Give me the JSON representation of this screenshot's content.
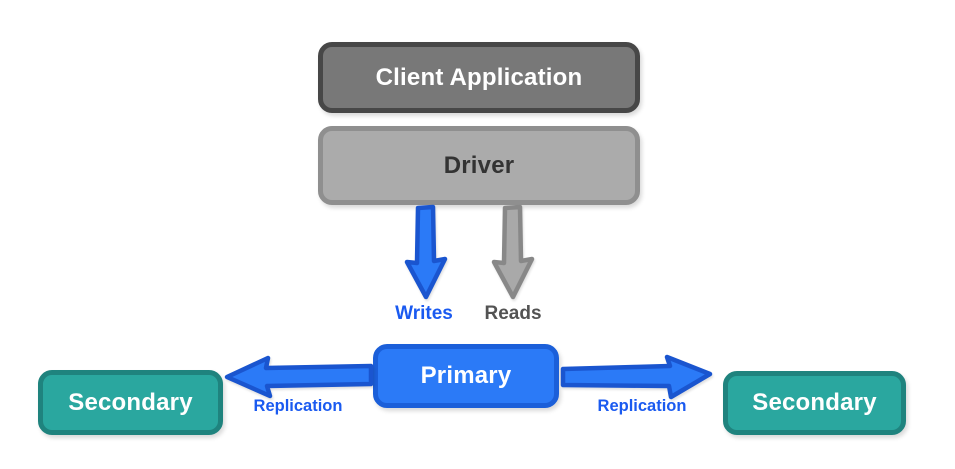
{
  "colors": {
    "canvas_bg": "#ffffff",
    "client_fill": "#787878",
    "client_border": "#474747",
    "client_text": "#ffffff",
    "driver_fill": "#ababab",
    "driver_border": "#8f8f8f",
    "driver_text": "#333333",
    "primary_fill": "#2b7af7",
    "primary_border": "#1b5fd9",
    "primary_text": "#ffffff",
    "secondary_fill": "#2aa79f",
    "secondary_border": "#1f837e",
    "secondary_text": "#ffffff",
    "arrow_blue_fill": "#2b7af7",
    "arrow_blue_stroke": "#1a55cf",
    "arrow_gray_fill": "#a9a9a9",
    "arrow_gray_stroke": "#888888",
    "label_blue": "#1a5af0",
    "label_gray": "#535353"
  },
  "diagram": {
    "nodes": {
      "client_application": {
        "label": "Client Application"
      },
      "driver": {
        "label": "Driver"
      },
      "primary": {
        "label": "Primary"
      },
      "secondary_left": {
        "label": "Secondary"
      },
      "secondary_right": {
        "label": "Secondary"
      }
    },
    "edge_labels": {
      "writes": "Writes",
      "reads": "Reads",
      "replication_left": "Replication",
      "replication_right": "Replication"
    }
  }
}
